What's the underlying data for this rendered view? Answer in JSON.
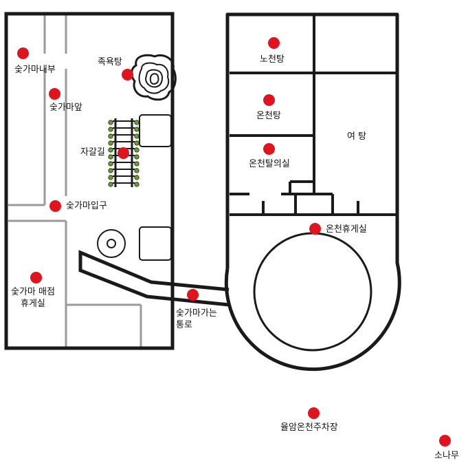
{
  "colors": {
    "marker": "#e0141e",
    "wall": "#1a1a1a",
    "inner_wall": "#9a9a9a",
    "track_leaf": "#6a9f2a"
  },
  "locations": {
    "sutgama_inside": {
      "label": "숯가마내부"
    },
    "sutgama_front": {
      "label": "숯가마앞"
    },
    "footbath": {
      "label": "족욕탕"
    },
    "gravel_path": {
      "label": "자갈길"
    },
    "sutgama_entrance": {
      "label": "숯가마입구"
    },
    "sutgama_shop_lounge": {
      "label": "숯가마 매점\n휴게실"
    },
    "sutgama_passage": {
      "label": "숯가마가는\n통로"
    },
    "open_air_bath": {
      "label": "노천탕"
    },
    "hot_spring_bath": {
      "label": "온천탕"
    },
    "changing_room": {
      "label": "온천탈의실"
    },
    "womens_bath": {
      "label": "여 탕"
    },
    "hot_spring_lounge": {
      "label": "온천휴게실"
    },
    "parking": {
      "label": "율암온천주차장"
    },
    "pine_tree": {
      "label": "소나무"
    }
  }
}
